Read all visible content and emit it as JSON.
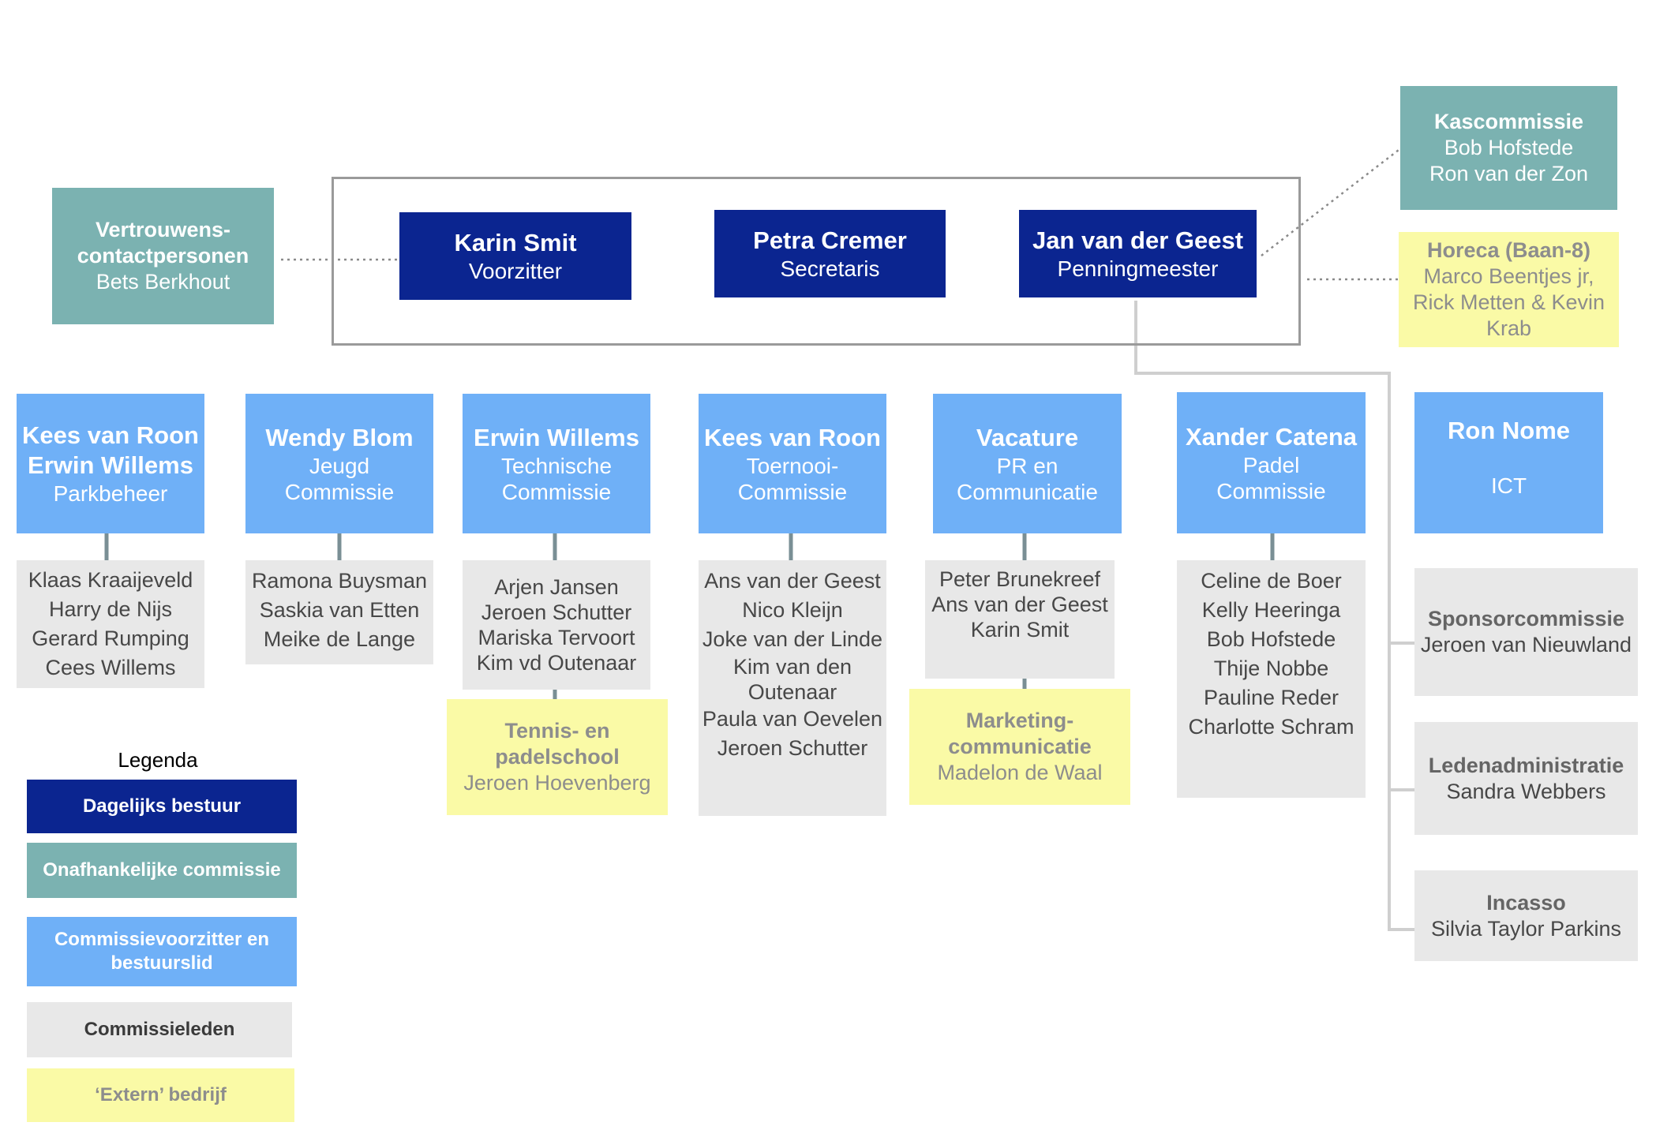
{
  "colors": {
    "dagelijks_bestuur": "#0b2590",
    "onafhankelijke_commissie": "#7bb2b1",
    "commissievoorzitter": "#6fb0f7",
    "commissieleden": "#e8e8e8",
    "extern": "#fafaa6",
    "connector": "#cfcfcf",
    "frame": "#9a9a9a"
  },
  "board": [
    {
      "name": "Karin Smit",
      "role": "Voorzitter"
    },
    {
      "name": "Petra Cremer",
      "role": "Secretaris"
    },
    {
      "name": "Jan van der Geest",
      "role": "Penningmeester"
    }
  ],
  "vertrouwens": {
    "title1": "Vertrouwens-",
    "title2": "contactpersonen",
    "name": "Bets Berkhout"
  },
  "kascommissie": {
    "title": "Kascommissie",
    "members": [
      "Bob Hofstede",
      "Ron van der Zon"
    ]
  },
  "horeca": {
    "title": "Horeca (Baan-8)",
    "lines": [
      "Marco Beentjes jr,",
      "Rick Metten & Kevin",
      "Krab"
    ]
  },
  "committees": [
    {
      "chair": [
        "Kees van Roon",
        "Erwin Willems"
      ],
      "name": [
        "Parkbeheer"
      ],
      "members": [
        "Klaas Kraaijeveld",
        "Harry de Nijs",
        "Gerard Rumping",
        "Cees Willems"
      ]
    },
    {
      "chair": [
        "Wendy Blom"
      ],
      "name": [
        "Jeugd",
        "Commissie"
      ],
      "members": [
        "Ramona Buysman",
        "Saskia van Etten",
        "Meike de Lange"
      ]
    },
    {
      "chair": [
        "Erwin Willems"
      ],
      "name": [
        "Technische",
        "Commissie"
      ],
      "members": [
        "Arjen Jansen",
        "Jeroen Schutter",
        "Mariska Tervoort",
        "Kim vd Outenaar"
      ]
    },
    {
      "chair": [
        "Kees van Roon"
      ],
      "name": [
        "Toernooi-",
        "Commissie"
      ],
      "members": [
        "Ans van der Geest",
        "Nico Kleijn",
        "Joke van der Linde",
        "Kim van den",
        "Outenaar",
        "Paula van Oevelen",
        "Jeroen Schutter"
      ]
    },
    {
      "chair": [
        "Vacature"
      ],
      "name": [
        "PR en",
        "Communicatie"
      ],
      "members": [
        "Peter Brunekreef",
        "Ans van der Geest",
        "Karin Smit"
      ]
    },
    {
      "chair": [
        "Xander Catena"
      ],
      "name": [
        "Padel",
        "Commissie"
      ],
      "members": [
        "Celine de Boer",
        "Kelly Heeringa",
        "Bob Hofstede",
        "Thije Nobbe",
        "Pauline Reder",
        "Charlotte Schram"
      ]
    },
    {
      "chair": [
        "Ron Nome"
      ],
      "name": [
        "ICT"
      ],
      "members": []
    }
  ],
  "tennis_school": {
    "title1": "Tennis- en",
    "title2": "padelschool",
    "name": "Jeroen Hoevenberg"
  },
  "marketing": {
    "title1": "Marketing-",
    "title2": "communicatie",
    "name": "Madelon de Waal"
  },
  "side_committees": [
    {
      "title": "Sponsorcommissie",
      "name": "Jeroen van Nieuwland"
    },
    {
      "title": "Ledenadministratie",
      "name": "Sandra Webbers"
    },
    {
      "title": "Incasso",
      "name": "Silvia Taylor Parkins"
    }
  ],
  "legend": {
    "title": "Legenda",
    "items": [
      "Dagelijks bestuur",
      "Onafhankelijke commissie",
      "Commissievoorzitter en bestuurslid",
      "Commissieleden",
      "‘Extern’ bedrijf"
    ]
  }
}
